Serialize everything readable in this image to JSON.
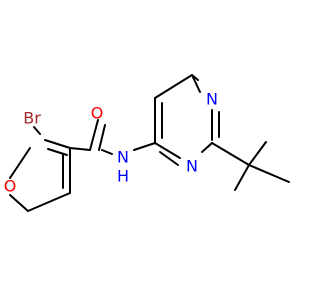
{
  "molecule": {
    "atoms": {
      "bromine": {
        "text": "Br",
        "color": "#a52a2a"
      },
      "furan_oxygen": {
        "text": "O",
        "color": "#ff0000"
      },
      "carbonyl_oxygen": {
        "text": "O",
        "color": "#ff0000"
      },
      "amide_nitrogen": {
        "text": "N",
        "color": "#0000ff"
      },
      "amide_hydrogen": {
        "text": "H",
        "color": "#0000ff"
      },
      "pyrimidine_n1": {
        "text": "N",
        "color": "#0000ff"
      },
      "pyrimidine_n3": {
        "text": "N",
        "color": "#0000ff"
      }
    },
    "bond_color": "#000000",
    "background": "#ffffff"
  }
}
